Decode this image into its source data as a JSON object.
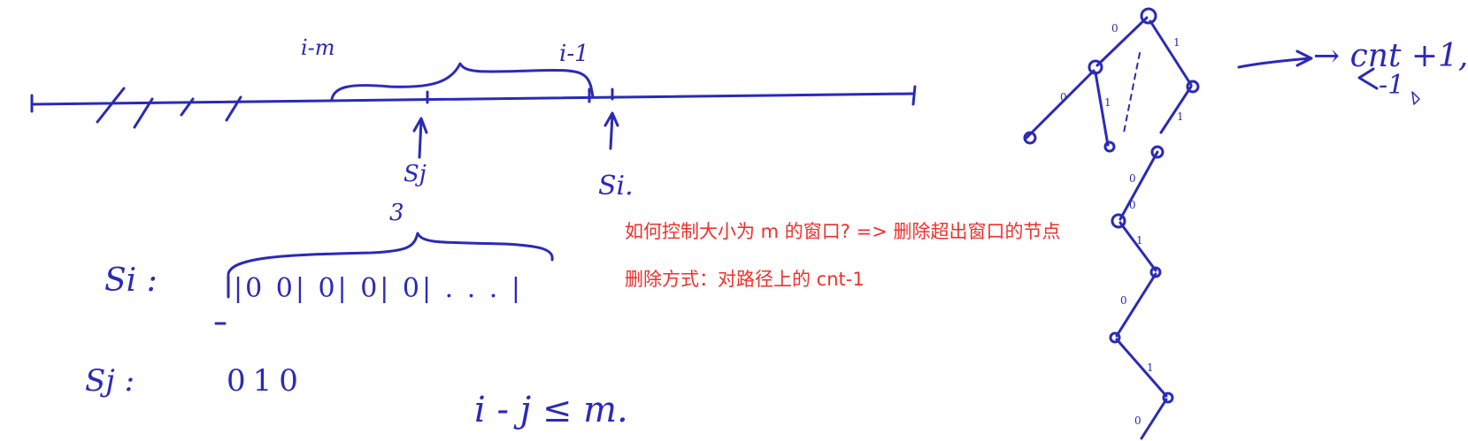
{
  "annotations": {
    "line1": "如何控制大小为 m 的窗口? => 删除超出窗口的节点",
    "line2": "删除方式：对路径上的 cnt-1"
  },
  "handwriting": {
    "i_minus_m": "i-m",
    "i_minus_1": "i-1",
    "s_j": "Sj",
    "s_i": "Si.",
    "three": "3",
    "s_i_row": "Si :",
    "s_i_bits": "|0 0| 0| 0| 0| . . . |",
    "s_j_row": "Sj :",
    "s_j_bits": "010",
    "constraint": "i - j ≤ m.",
    "cnt_plus": "→ cnt +1,",
    "cnt_minus": "-1"
  },
  "trie_edge_labels": [
    "0",
    "1",
    "0",
    "1",
    "1",
    "0",
    "0",
    "1",
    "0",
    "1",
    "0"
  ],
  "colors": {
    "ink": "#2a2ab8",
    "annotation": "#f0302a"
  }
}
